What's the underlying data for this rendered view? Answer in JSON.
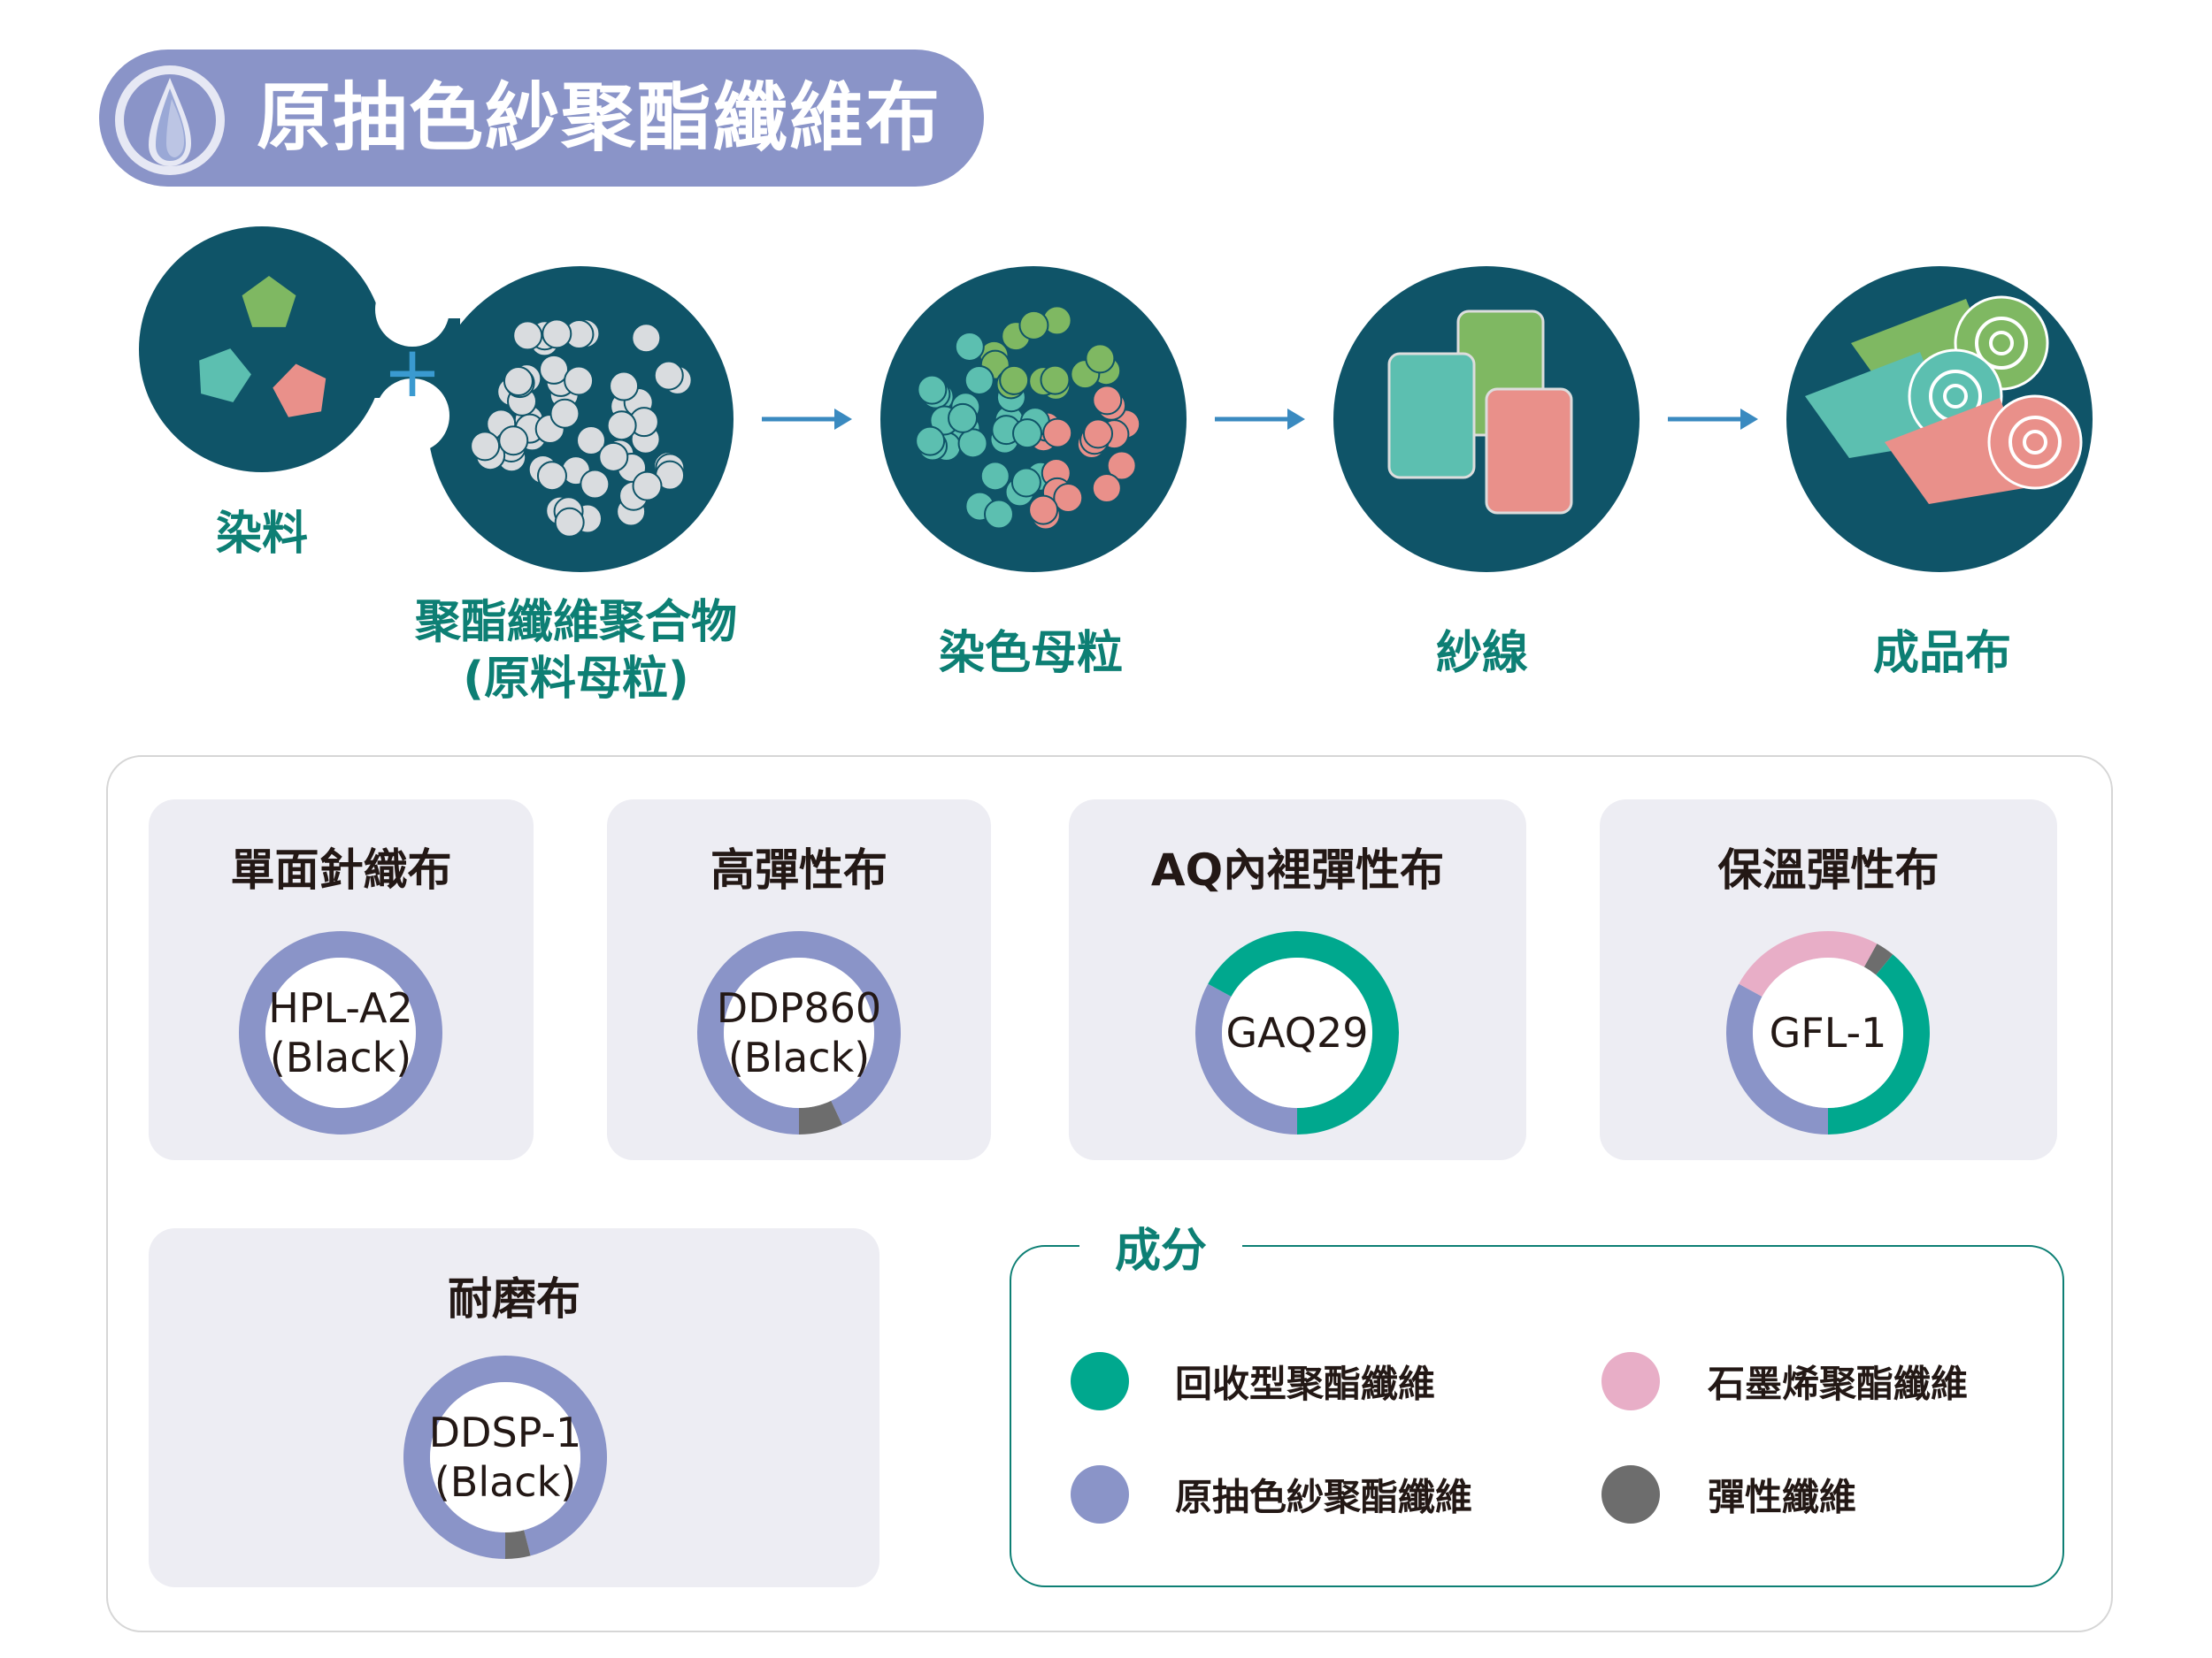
{
  "header": {
    "title": "原抽色紗聚酯纖維布",
    "icon": "water-drop-icon"
  },
  "process": {
    "steps": [
      {
        "label": "染料"
      },
      {
        "label": "聚酯纖維聚合物",
        "sublabel": "(原料母粒)"
      },
      {
        "label": "染色母粒"
      },
      {
        "label": "紗線"
      },
      {
        "label": "成品布"
      }
    ],
    "plus_symbol": "+"
  },
  "colors": {
    "circle": "#0f5468",
    "recycled": "#00a88e",
    "dope_dyed": "#8a94c8",
    "graphene": "#e8aec7",
    "elastic": "#6d6d6d",
    "accent_text": "#0d7f74"
  },
  "products": [
    {
      "title": "單面針織布",
      "code": "HPL-A2",
      "sub": "(Black)",
      "composition": [
        {
          "type": "dope_dyed",
          "pct": 100
        }
      ]
    },
    {
      "title": "高彈性布",
      "code": "DDP860",
      "sub": "(Black)",
      "composition": [
        {
          "type": "dope_dyed",
          "pct": 93
        },
        {
          "type": "elastic",
          "pct": 7
        }
      ]
    },
    {
      "title": "AQ內裡彈性布",
      "code": "GAQ29",
      "sub": "",
      "composition": [
        {
          "type": "dope_dyed",
          "pct": 33
        },
        {
          "type": "recycled",
          "pct": 67
        }
      ]
    },
    {
      "title": "保溫彈性布",
      "code": "GFL-1",
      "sub": "",
      "composition": [
        {
          "type": "dope_dyed",
          "pct": 33
        },
        {
          "type": "graphene",
          "pct": 25
        },
        {
          "type": "elastic",
          "pct": 3
        },
        {
          "type": "recycled",
          "pct": 39
        }
      ]
    },
    {
      "title": "耐磨布",
      "code": "DDSP-1",
      "sub": "(Black)",
      "composition": [
        {
          "type": "dope_dyed",
          "pct": 96
        },
        {
          "type": "elastic",
          "pct": 4
        }
      ]
    }
  ],
  "legend": {
    "title": "成分",
    "items": [
      {
        "key": "recycled",
        "label": "回收型聚酯纖維"
      },
      {
        "key": "graphene",
        "label": "石墨烯聚酯纖維"
      },
      {
        "key": "dope_dyed",
        "label": "原抽色紗聚酯纖維"
      },
      {
        "key": "elastic",
        "label": "彈性纖維"
      }
    ]
  }
}
